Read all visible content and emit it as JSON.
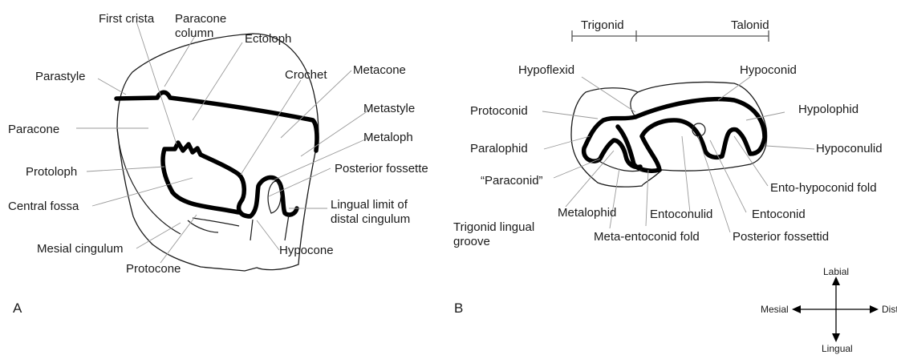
{
  "panels": {
    "a_letter": "A",
    "b_letter": "B"
  },
  "upper_molar": {
    "first_crista": "First crista",
    "paracone_column_1": "Paracone",
    "paracone_column_2": "column",
    "ectoloph": "Ectoloph",
    "parastyle": "Parastyle",
    "crochet": "Crochet",
    "metacone": "Metacone",
    "metastyle": "Metastyle",
    "paracone": "Paracone",
    "metaloph": "Metaloph",
    "protoloph": "Protoloph",
    "posterior_fossette": "Posterior fossette",
    "central_fossa": "Central fossa",
    "lingual_limit_1": "Lingual limit of",
    "lingual_limit_2": "distal cingulum",
    "mesial_cingulum": "Mesial cingulum",
    "hypocone": "Hypocone",
    "protocone": "Protocone"
  },
  "lower_molar": {
    "trigonid": "Trigonid",
    "talonid": "Talonid",
    "hypoflexid": "Hypoflexid",
    "hypoconid": "Hypoconid",
    "protoconid": "Protoconid",
    "hypolophid": "Hypolophid",
    "paralophid": "Paralophid",
    "hypoconulid": "Hypoconulid",
    "paraconid": "“Paraconid”",
    "ento_hypoconid_fold": "Ento-hypoconid fold",
    "metalophid": "Metalophid",
    "entoconulid": "Entoconulid",
    "entoconid": "Entoconid",
    "trigonid_groove_1": "Trigonid lingual",
    "trigonid_groove_2": "groove",
    "meta_entoconid_fold": "Meta-entoconid fold",
    "posterior_fossettid": "Posterior fossettid"
  },
  "orientation": {
    "labial": "Labial",
    "mesial": "Mesial",
    "distal": "Distal",
    "lingual": "Lingual"
  }
}
